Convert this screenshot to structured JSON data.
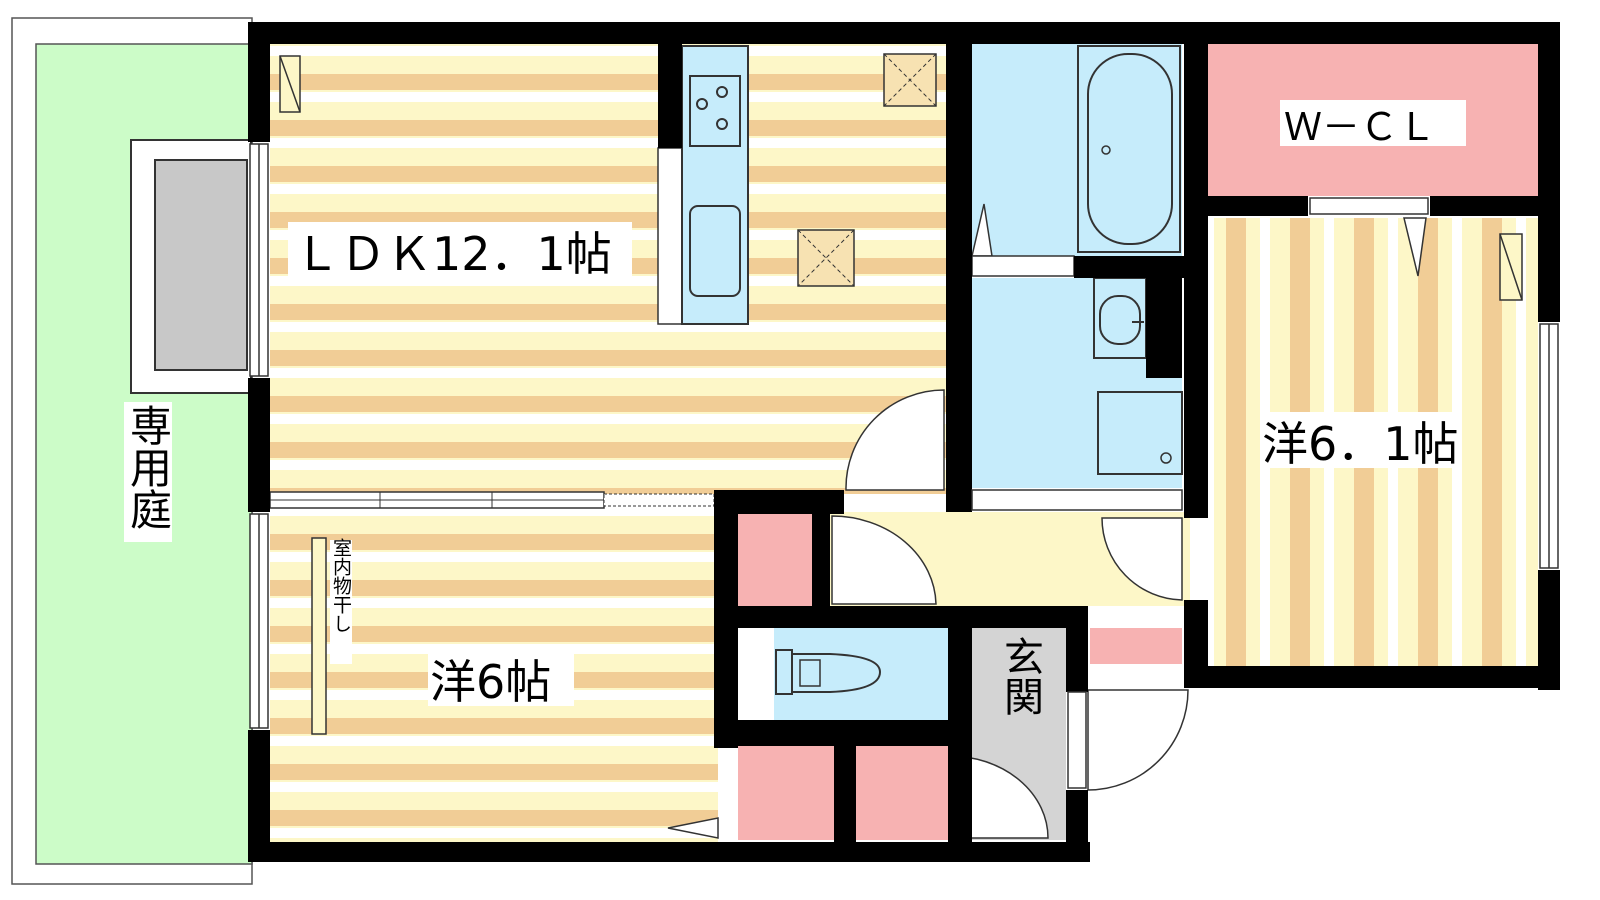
{
  "labels": {
    "ldk": "ＬＤＫ12．1帖",
    "western_6": "洋6帖",
    "western_6_1": "洋6．1帖",
    "wcl": "Ｗ－ＣＬ",
    "private_garden": "専用庭",
    "entrance": "玄関",
    "indoor_drying": "室内物干し"
  },
  "colors": {
    "floor_stripe_light": "#fdf7c8",
    "floor_stripe_dark": "#f1cd96",
    "wet_area": "#c6ecfb",
    "storage": "#f7b2b2",
    "garden": "#ccfcc8",
    "entrance_floor": "#d4d4d4",
    "hall": "#fdf7c8",
    "wall": "#000000"
  }
}
